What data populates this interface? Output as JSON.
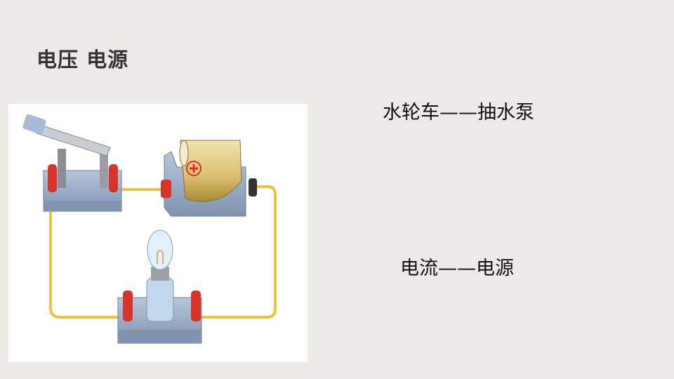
{
  "slide": {
    "title": "电压 电源",
    "analogy_1": "水轮车——抽水泵",
    "analogy_2": "电流——电源"
  },
  "figure": {
    "components": [
      "switch-icon",
      "battery-icon",
      "light-bulb-icon",
      "wire"
    ],
    "colors": {
      "wire": "#f0c040",
      "base": "#8fa3c0",
      "terminal": "#d8332a",
      "battery": "#d9bd72"
    }
  }
}
